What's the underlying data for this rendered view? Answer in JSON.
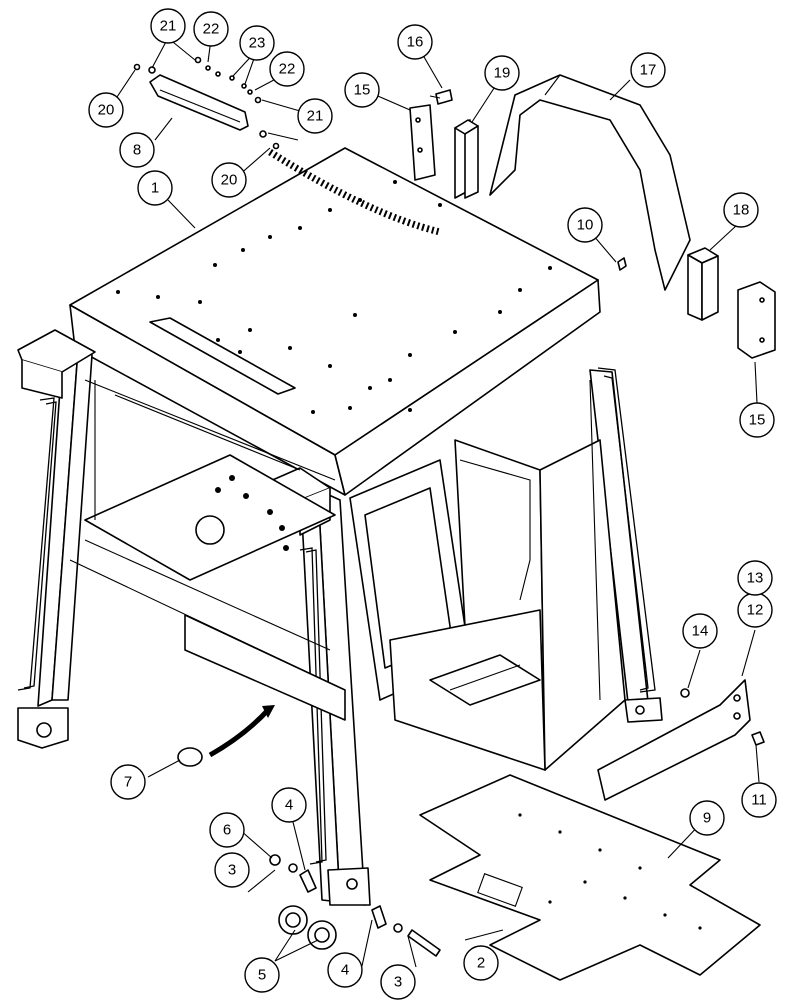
{
  "diagram": {
    "kind": "exploded-parts-diagram",
    "subject": "cab frame assembly"
  },
  "callouts": [
    {
      "id": "c1",
      "label": "1"
    },
    {
      "id": "c2",
      "label": "2"
    },
    {
      "id": "c3a",
      "label": "3"
    },
    {
      "id": "c3b",
      "label": "3"
    },
    {
      "id": "c4a",
      "label": "4"
    },
    {
      "id": "c4b",
      "label": "4"
    },
    {
      "id": "c5",
      "label": "5"
    },
    {
      "id": "c6",
      "label": "6"
    },
    {
      "id": "c7",
      "label": "7"
    },
    {
      "id": "c8",
      "label": "8"
    },
    {
      "id": "c9",
      "label": "9"
    },
    {
      "id": "c10",
      "label": "10"
    },
    {
      "id": "c11",
      "label": "11"
    },
    {
      "id": "c12",
      "label": "12"
    },
    {
      "id": "c13",
      "label": "13"
    },
    {
      "id": "c14",
      "label": "14"
    },
    {
      "id": "c15a",
      "label": "15"
    },
    {
      "id": "c15b",
      "label": "15"
    },
    {
      "id": "c16",
      "label": "16"
    },
    {
      "id": "c17",
      "label": "17"
    },
    {
      "id": "c18",
      "label": "18"
    },
    {
      "id": "c19",
      "label": "19"
    },
    {
      "id": "c20a",
      "label": "20"
    },
    {
      "id": "c20b",
      "label": "20"
    },
    {
      "id": "c21a",
      "label": "21"
    },
    {
      "id": "c21b",
      "label": "21"
    },
    {
      "id": "c22a",
      "label": "22"
    },
    {
      "id": "c22b",
      "label": "22"
    },
    {
      "id": "c23",
      "label": "23"
    }
  ]
}
